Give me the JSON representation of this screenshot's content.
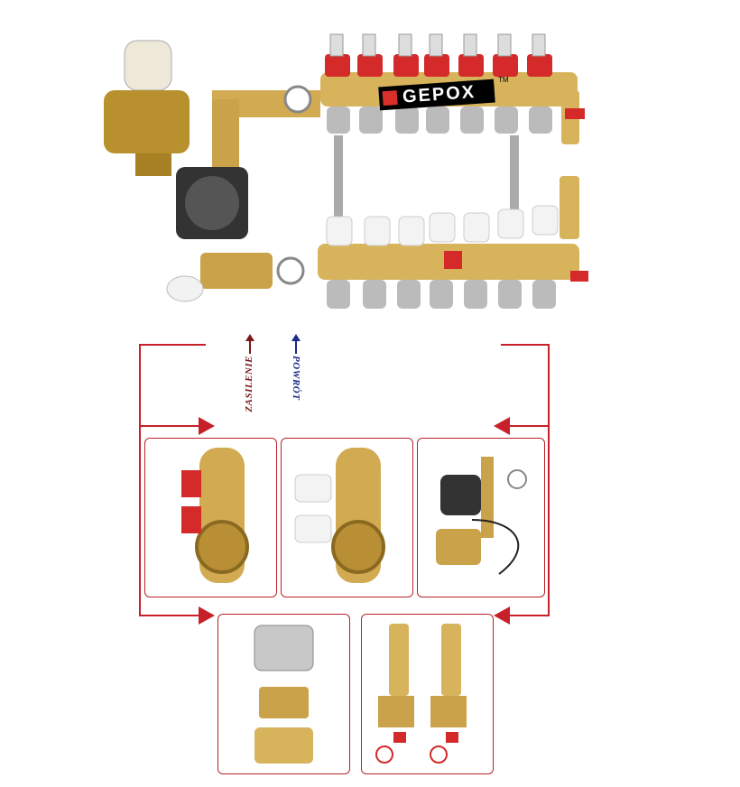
{
  "brand": {
    "name": "GEPOX",
    "mark": "TM"
  },
  "labels": {
    "supply": "ZASILENIE",
    "return": "POWRÓT"
  },
  "colors": {
    "arrow_red": "#c8202a",
    "supply": "#7a1a1a",
    "return": "#1a2a8a",
    "brass": "#c9a24a",
    "red_cap": "#d42a2a"
  }
}
